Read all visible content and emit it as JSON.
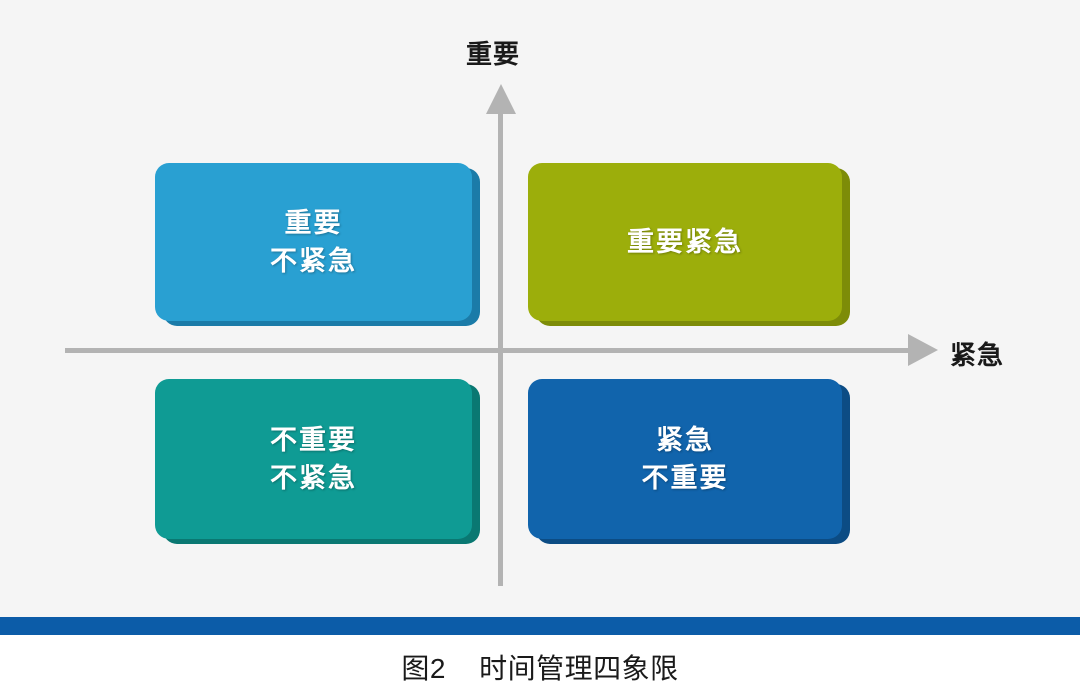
{
  "figure": {
    "background_color": "#f5f5f5",
    "caption": "图2    时间管理四象限",
    "caption_label": "图2",
    "caption_title": "时间管理四象限",
    "rule_color": "#0c5ca8"
  },
  "axes": {
    "y_label": "重要",
    "x_label": "紧急",
    "line_color": "#b3b3b3"
  },
  "quadrants": [
    {
      "id": "important-not-urgent",
      "position": "top-left",
      "lines": [
        "重要",
        "不紧急"
      ],
      "color": "#29a0d2",
      "shadow_color": "#1b7ba8"
    },
    {
      "id": "important-urgent",
      "position": "top-right",
      "lines": [
        "重要紧急"
      ],
      "color": "#9cae0b",
      "shadow_color": "#7d8c08"
    },
    {
      "id": "not-important-not-urgent",
      "position": "bottom-left",
      "lines": [
        "不重要",
        "不紧急"
      ],
      "color": "#0f9b94",
      "shadow_color": "#0a7872"
    },
    {
      "id": "urgent-not-important",
      "position": "bottom-right",
      "lines": [
        "紧急",
        "不重要"
      ],
      "color": "#1164ac",
      "shadow_color": "#0c4c84"
    }
  ]
}
